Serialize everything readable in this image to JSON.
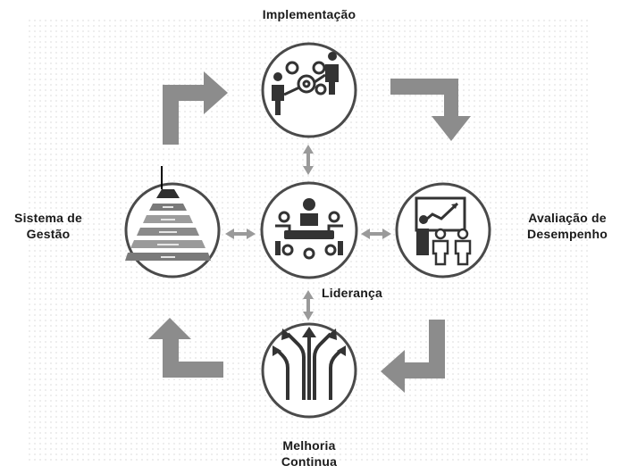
{
  "nodes": {
    "top": "Implementação",
    "left_line1": "Sistema de",
    "left_line2": "Gestão",
    "right_line1": "Avaliação de",
    "right_line2": "Desempenho",
    "bottom_line1": "Melhoria",
    "bottom_line2": "Continua",
    "center": "Liderança"
  },
  "colors": {
    "arrow": "#8c8c8c",
    "circle_stroke": "#4a4a4a",
    "icon": "#333333"
  },
  "icons": [
    "teamwork-gears-icon",
    "pyramid-icon",
    "meeting-table-icon",
    "presentation-icon",
    "split-arrows-icon"
  ]
}
